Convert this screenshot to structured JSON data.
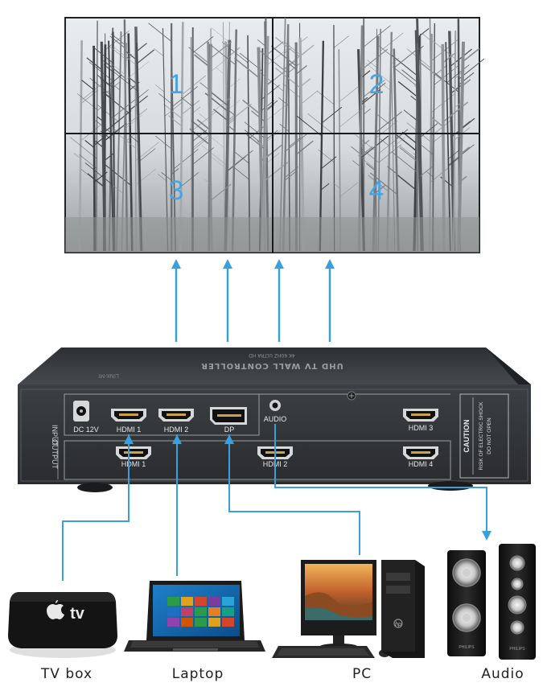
{
  "video_wall": {
    "panels": [
      "1",
      "2",
      "3",
      "4"
    ],
    "panel_number_color": "#4aa3e0",
    "scene": "snowy-forest"
  },
  "controller": {
    "brand": "LINK-MI",
    "title_line_1": "UHD TV WALL CONTROLLER",
    "title_line_2": "4K 60HZ ULTRA HD",
    "input_label": "INPUT",
    "output_label": "OUTPUT",
    "ports": {
      "dc": "DC 12V",
      "hdmi_in_1": "HDMI 1",
      "hdmi_in_2": "HDMI 2",
      "dp": "DP",
      "audio": "AUDIO",
      "hdmi_in_3": "HDMI 3",
      "hdmi_out_1": "HDMI 1",
      "hdmi_out_2": "HDMI 2",
      "hdmi_out_4": "HDMI 4"
    },
    "caution": {
      "title": "CAUTION",
      "line_1": "RISK OF ELECTRIC SHOCK",
      "line_2": "DO NOT OPEN"
    }
  },
  "connection_color": "#3aa0dc",
  "devices": {
    "tv_box_label": "TV box",
    "tv_box_logo": "tv",
    "laptop_label": "Laptop",
    "pc_label": "PC",
    "audio_label": "Audio",
    "speaker_brand": "PHILIPS",
    "pc_brand": "hp"
  }
}
